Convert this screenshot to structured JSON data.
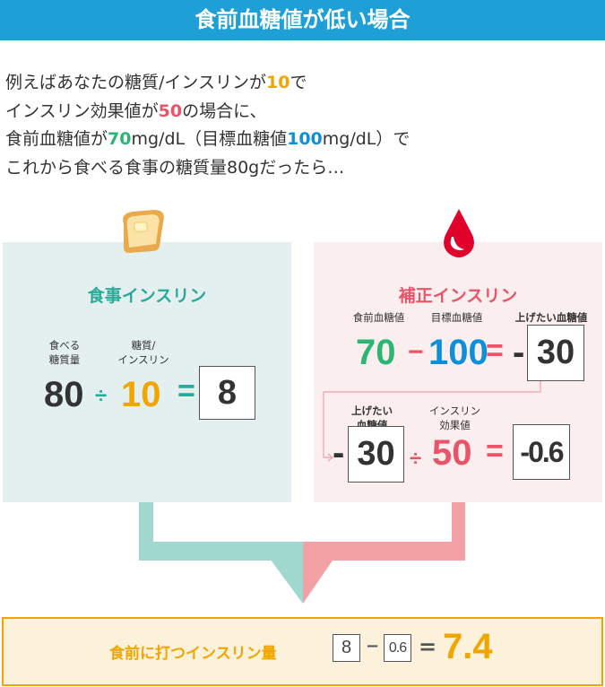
{
  "title": "食前血糖値が低い場合",
  "intro": {
    "l1a": "例えばあなたの糖質/インスリンが",
    "l1b": "10",
    "l1c": "で",
    "l2a": "インスリン効果値が",
    "l2b": "50",
    "l2c": "の場合に、",
    "l3a": "食前血糖値が",
    "l3b": "70",
    "l3c": "mg/dL（目標血糖値",
    "l3d": "100",
    "l3e": "mg/dL）で",
    "l4": "これから食べる食事の糖質量80gだったら…"
  },
  "meal": {
    "title": "食事インスリン",
    "label_carb": "食べる\n糖質量",
    "label_ratio": "糖質/\nインスリン",
    "carb": "80",
    "div": "÷",
    "ratio": "10",
    "eq": "=",
    "result": "8"
  },
  "correction": {
    "title": "補正インスリン",
    "label_pre": "食前血糖値",
    "label_target": "目標血糖値",
    "label_raise": "上げたい血糖値",
    "pre": "70",
    "minus": "−",
    "target": "100",
    "eq": "=",
    "neg": "-",
    "diff": "30",
    "label_raise2": "上げたい\n血糖値",
    "label_eff": "インスリン\n効果値",
    "neg2": "-",
    "diff2": "30",
    "div": "÷",
    "eff": "50",
    "eq2": "=",
    "result": "-0.6"
  },
  "total": {
    "label": "食前に打つインスリン量",
    "meal": "8",
    "minus": "−",
    "corr": "0.6",
    "eq": "=",
    "result": "7.4"
  },
  "colors": {
    "blue": "#1e9fd6",
    "teal": "#2aaa9a",
    "pink": "#e8546a",
    "green": "#2bb673",
    "orange": "#f0a500"
  }
}
